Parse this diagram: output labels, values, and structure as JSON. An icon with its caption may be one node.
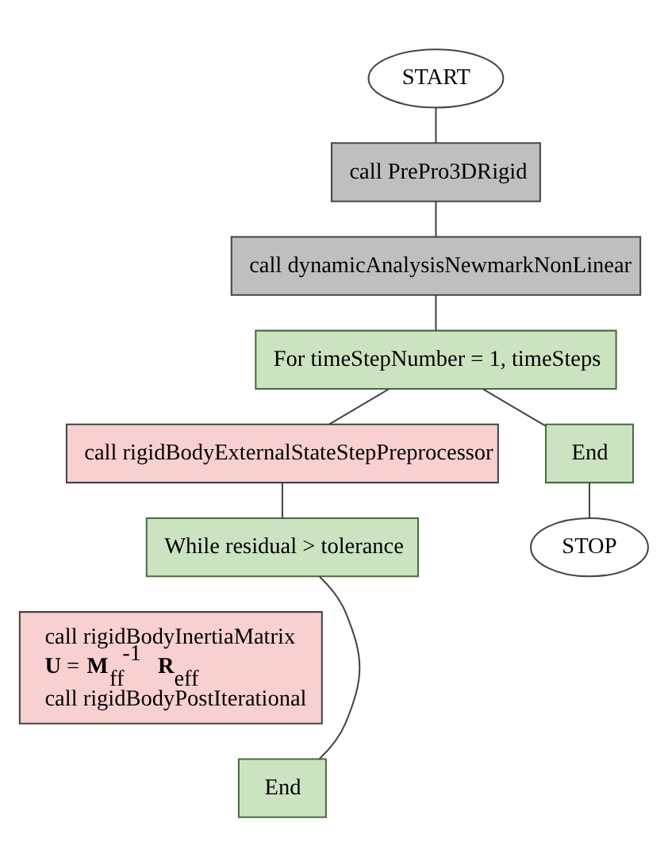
{
  "diagram": {
    "nodes": [
      {
        "text": [
          "START"
        ]
      },
      {
        "text": [
          "call PrePro3DRigid"
        ]
      },
      {
        "text": [
          "call dynamicAnalysisNewmarkNonLinear"
        ]
      },
      {
        "text": [
          "For timeStepNumber = 1, timeSteps"
        ]
      },
      {
        "text": [
          "call rigidBodyExternalStateStepPreprocessor"
        ]
      },
      {
        "text": [
          "While residual > tolerance"
        ]
      },
      {
        "text": [
          "call rigidBodyInertiaMatrix",
          "**U** = **M**$_{ff}$$^{-1}$ **R**$_{eff}$",
          "call rigidBodyPostIterational"
        ]
      },
      {
        "text": [
          "End"
        ]
      },
      {
        "text": [
          "End"
        ]
      },
      {
        "text": [
          "STOP"
        ]
      }
    ],
    "edges": [
      {
        "from": 0,
        "to": 1,
        "arrow": "none"
      },
      {
        "from": 1,
        "to": 2,
        "arrow": "none"
      },
      {
        "from": 2,
        "to": 3,
        "arrow": "none"
      },
      {
        "from": 3,
        "to": 4,
        "arrow": "none"
      },
      {
        "from": 4,
        "to": 5,
        "arrow": "none"
      },
      {
        "from": 5,
        "to": 7,
        "arrow": "none"
      },
      {
        "from": 3,
        "to": 8,
        "arrow": "none"
      },
      {
        "from": 8,
        "to": 9,
        "arrow": "none"
      }
    ]
  }
}
